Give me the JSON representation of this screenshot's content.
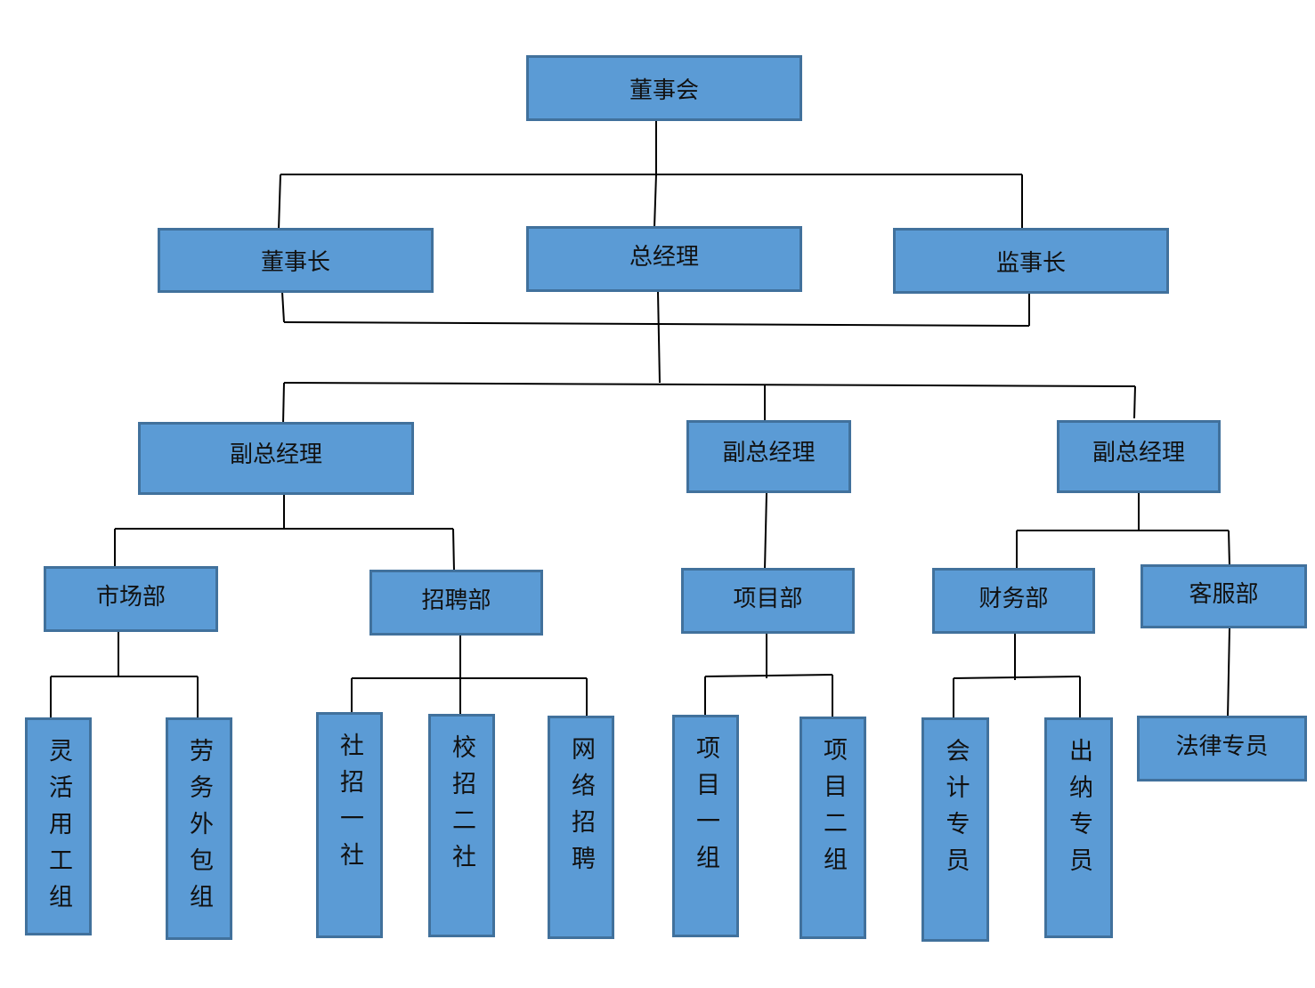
{
  "colors": {
    "box_fill": "#5b9bd5",
    "box_border": "#41719c",
    "line": "#000000",
    "text": "#111111"
  },
  "org": {
    "board": "董事会",
    "chairman": "董事长",
    "general_manager": "总经理",
    "supervisor": "监事长",
    "vgm_left": "副总经理",
    "vgm_mid": "副总经理",
    "vgm_right": "副总经理",
    "market_dept": "市场部",
    "recruit_dept": "招聘部",
    "project_dept": "项目部",
    "finance_dept": "财务部",
    "service_dept": "客服部",
    "flex_group": "灵活用工组",
    "outsource_group": "劳务外包组",
    "social_1": "社招一社",
    "campus_2": "校招二社",
    "online_recruit": "网络招聘",
    "project_1": "项目一组",
    "project_2": "项目二组",
    "accountant": "会计专员",
    "cashier": "出纳专员",
    "legal": "法律专员"
  }
}
